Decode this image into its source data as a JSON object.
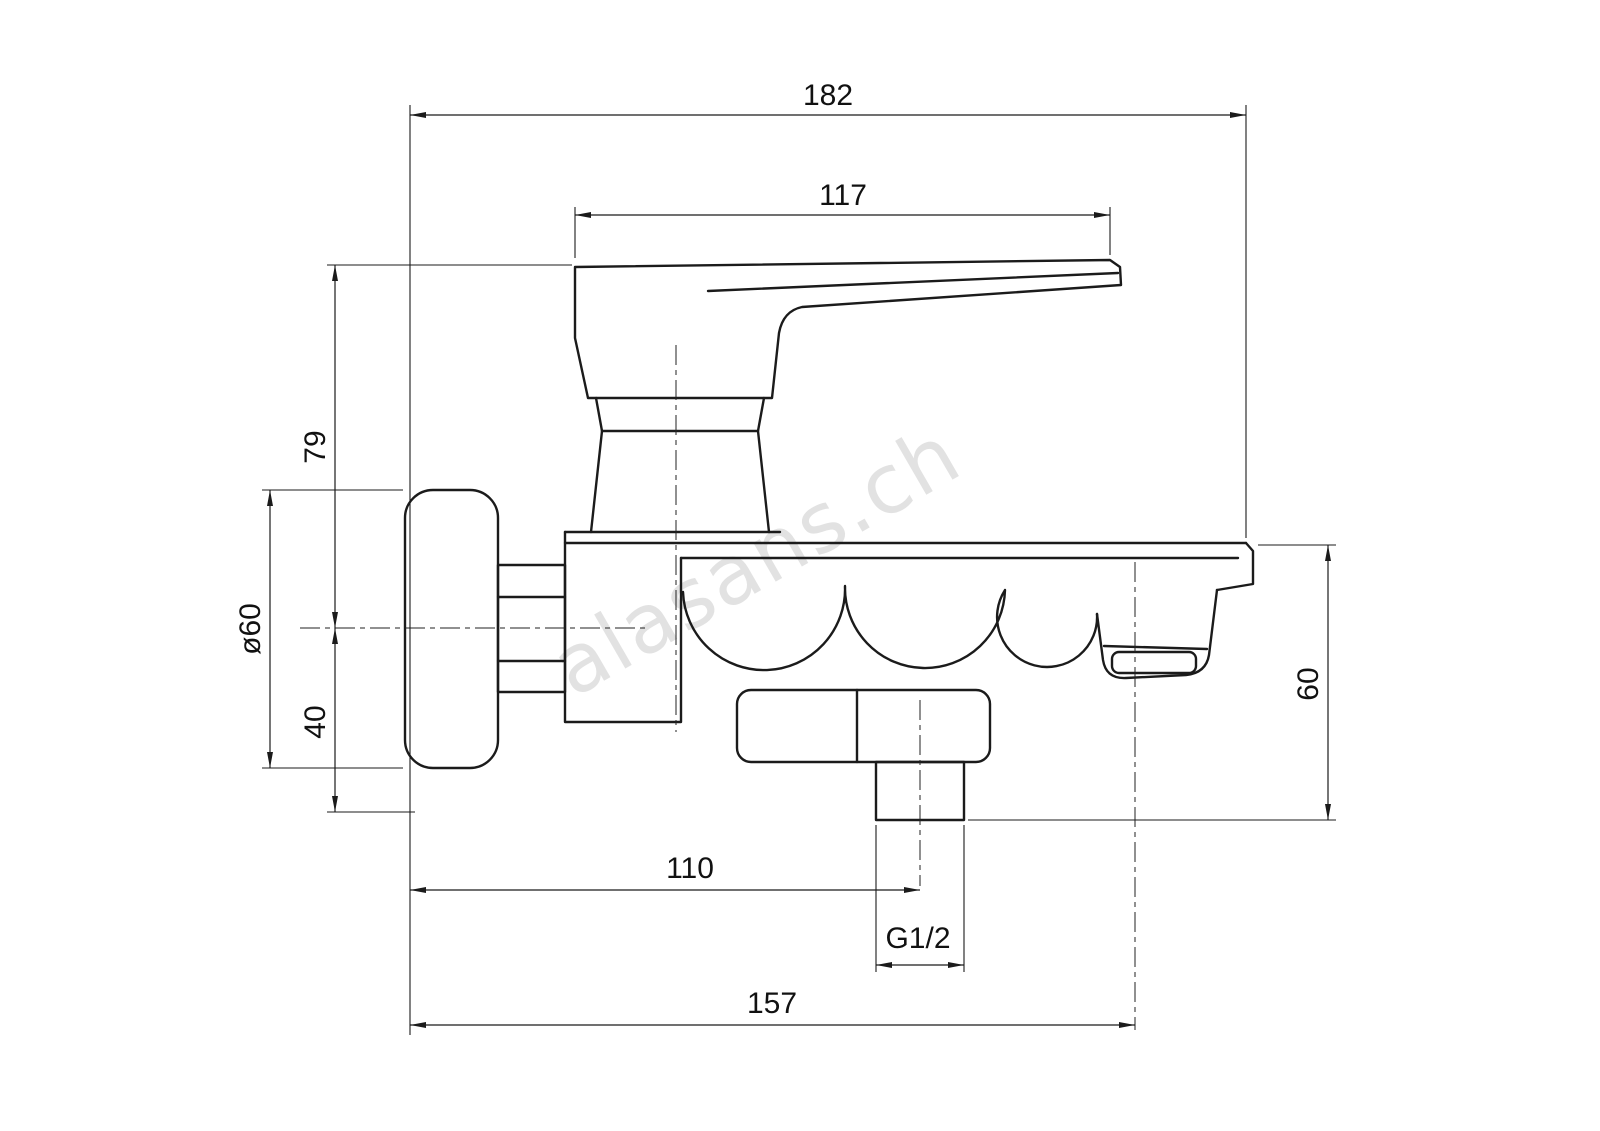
{
  "watermark": {
    "text": "alasans.ch"
  },
  "drawing": {
    "subject": "wall-mounted bath mixer tap, side elevation",
    "line_color": "#1b1b1b"
  },
  "dimensions": {
    "overall_depth": "182",
    "handle_length": "117",
    "handle_top_to_axis": "79",
    "escutcheon_diameter": "ø60",
    "axis_to_body_bottom": "40",
    "spout_drop": "60",
    "axis_to_shower_outlet": "110",
    "shower_connection_thread": "G1/2",
    "wall_to_spout_outlet": "157"
  }
}
